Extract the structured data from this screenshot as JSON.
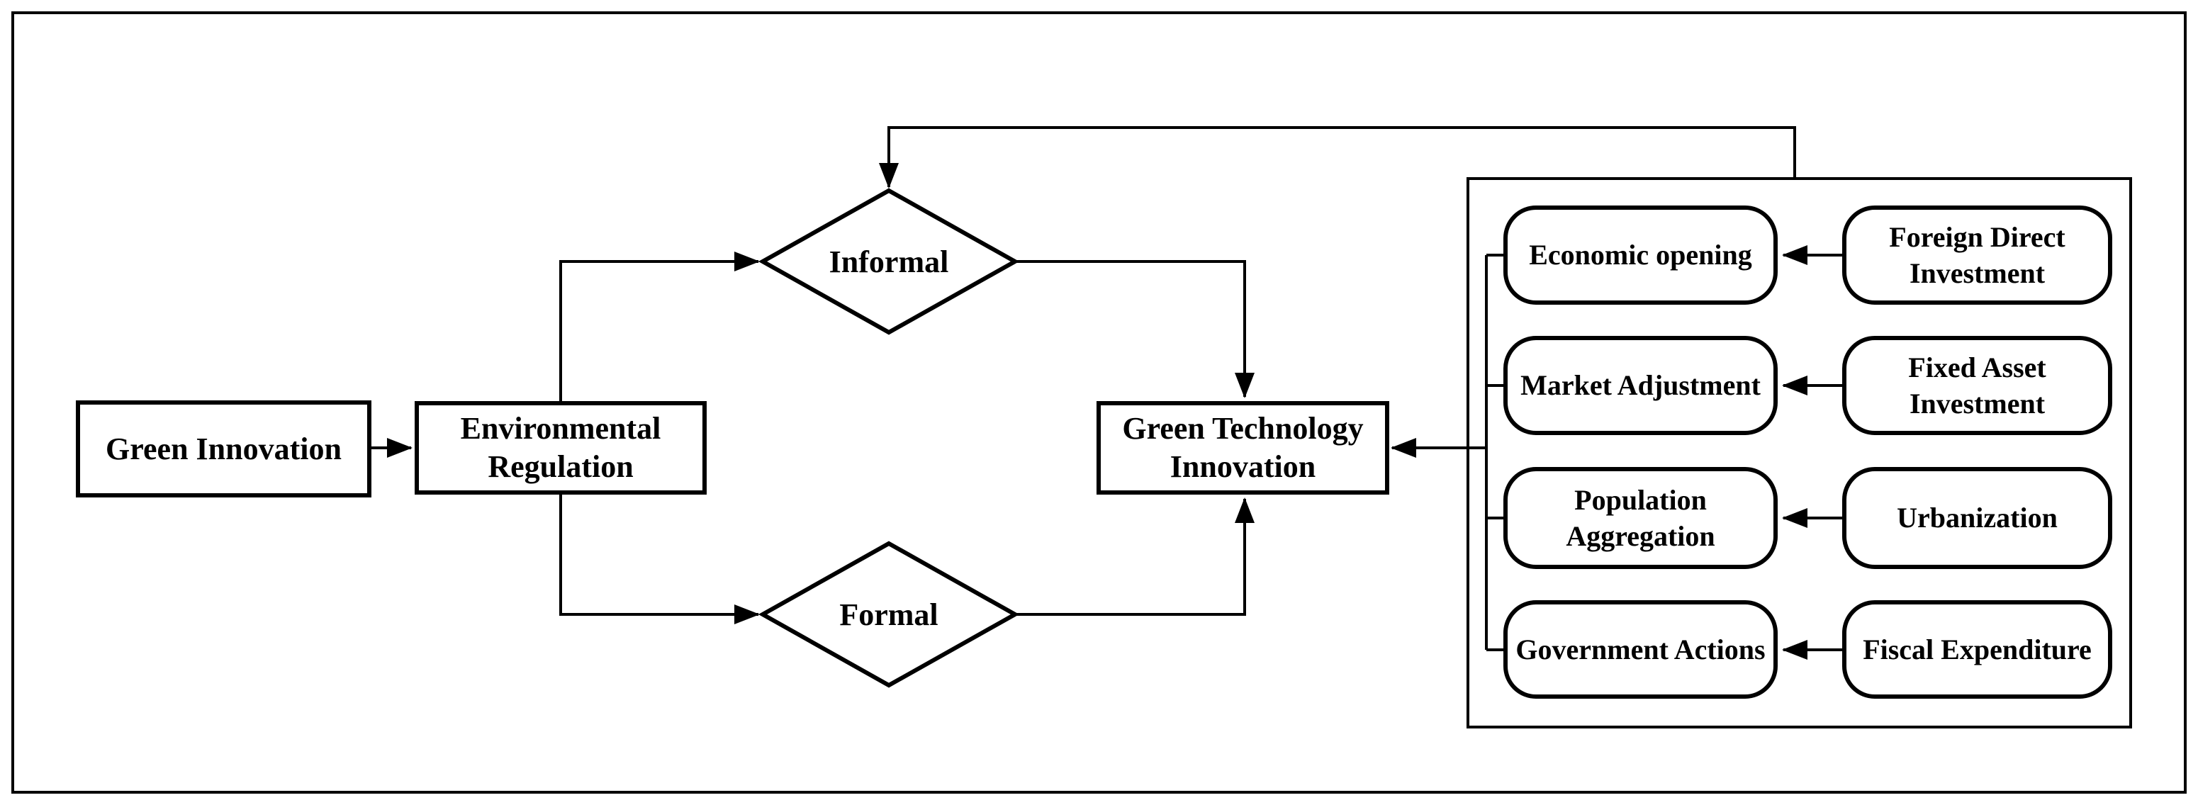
{
  "figure": {
    "background": "#ffffff",
    "stroke_color": "#000000",
    "nodes": {
      "green_innovation": "Green Innovation",
      "environmental_regulation": "Environmental Regulation",
      "informal": "Informal",
      "formal": "Formal",
      "green_technology_innovation": "Green Technology Innovation"
    },
    "control_variables": {
      "rows": [
        {
          "variable": "Economic opening",
          "proxy": "Foreign Direct Investment"
        },
        {
          "variable": "Market Adjustment",
          "proxy": "Fixed Asset Investment"
        },
        {
          "variable": "Population Aggregation",
          "proxy": "Urbanization"
        },
        {
          "variable": "Government Actions",
          "proxy": "Fiscal Expenditure"
        }
      ]
    }
  }
}
